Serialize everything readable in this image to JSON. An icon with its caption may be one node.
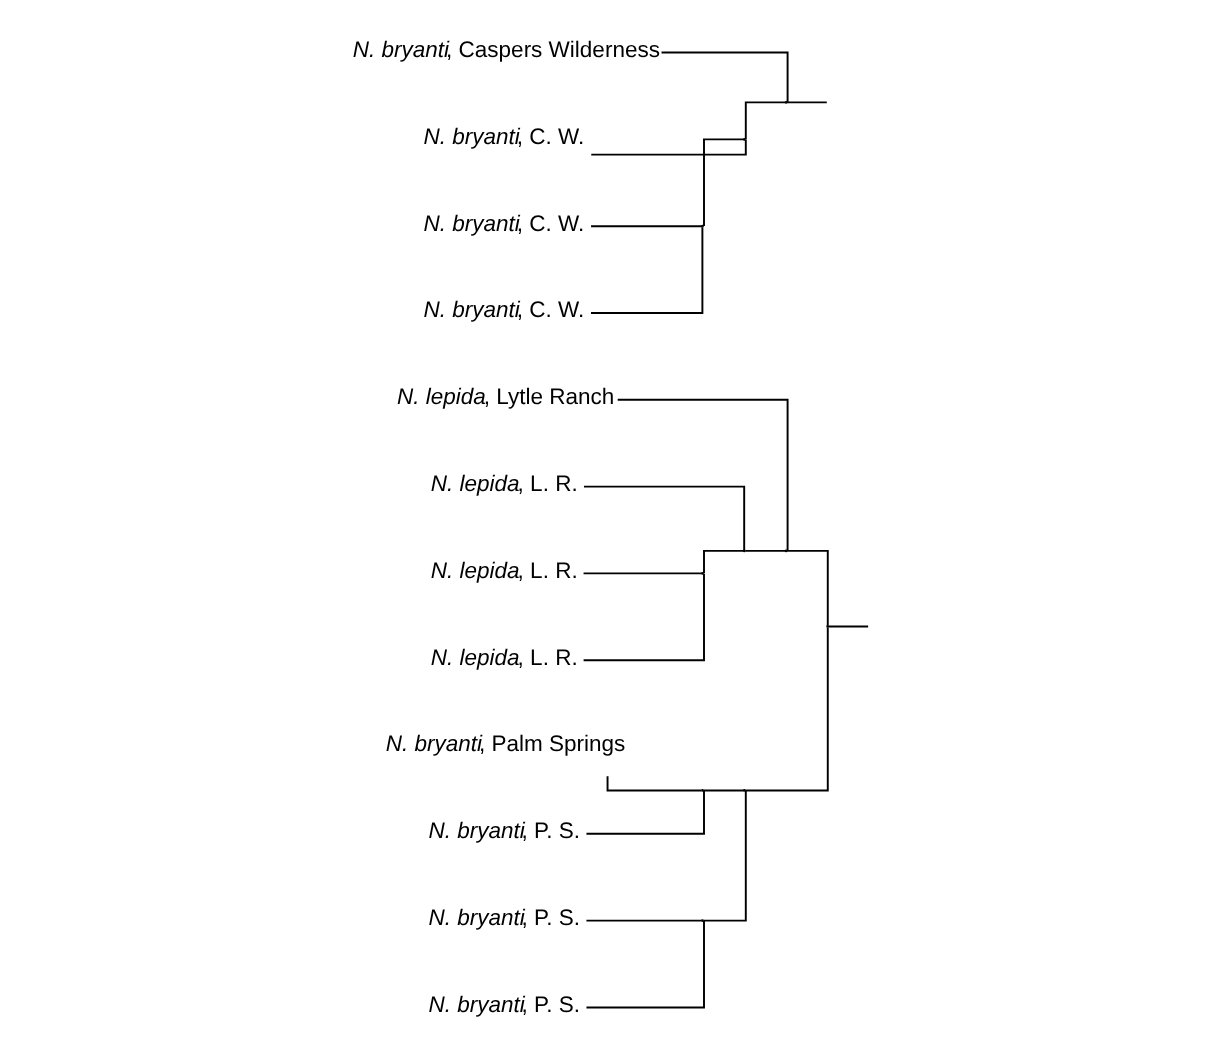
{
  "diagram": {
    "nodes": [
      {
        "text": [
          "*N. bryanti*, Caspers Wilderness"
        ]
      },
      {
        "text": [
          "*N. bryanti*, C. W."
        ]
      },
      {
        "text": [
          "*N. bryanti*, C. W."
        ]
      },
      {
        "text": [
          "*N. bryanti*, C. W."
        ]
      },
      {
        "text": [
          "*N. lepida*, Lytle Ranch"
        ]
      },
      {
        "text": [
          "*N. lepida*, L. R."
        ]
      },
      {
        "text": [
          "*N. lepida*, L. R."
        ]
      },
      {
        "text": [
          "*N. lepida*, L. R."
        ]
      },
      {
        "text": [
          "*N. bryanti*, Palm Springs"
        ]
      },
      {
        "text": [
          "*N. bryanti*, P. S."
        ]
      },
      {
        "text": [
          "*N. bryanti*, P. S."
        ]
      },
      {
        "text": [
          "*N. bryanti*, P. S."
        ]
      },
      {
        "text": [],
        "shape": "point"
      },
      {
        "text": [],
        "shape": "point"
      },
      {
        "text": [],
        "shape": "point"
      },
      {
        "text": [],
        "shape": "point"
      },
      {
        "text": [],
        "shape": "point"
      },
      {
        "text": [],
        "shape": "point"
      },
      {
        "text": [],
        "shape": "point"
      },
      {
        "text": [],
        "shape": "point"
      },
      {
        "text": [],
        "shape": "point"
      },
      {
        "text": [],
        "shape": "point"
      }
    ],
    "edges": [
      {
        "from": 2,
        "to": 12,
        "arrow": "none"
      },
      {
        "from": 3,
        "to": 12,
        "arrow": "none"
      },
      {
        "from": 1,
        "to": 13,
        "arrow": "none"
      },
      {
        "from": 12,
        "to": 13,
        "arrow": "none"
      },
      {
        "from": 0,
        "to": 14,
        "arrow": "none"
      },
      {
        "from": 13,
        "to": 14,
        "arrow": "none"
      },
      {
        "from": 14,
        "to": null,
        "arrow": "none"
      },
      {
        "from": 6,
        "to": 15,
        "arrow": "none"
      },
      {
        "from": 7,
        "to": 15,
        "arrow": "none"
      },
      {
        "from": 5,
        "to": 16,
        "arrow": "none"
      },
      {
        "from": 15,
        "to": 16,
        "arrow": "none"
      },
      {
        "from": 4,
        "to": 17,
        "arrow": "none"
      },
      {
        "from": 16,
        "to": 17,
        "arrow": "none"
      },
      {
        "from": 8,
        "to": 18,
        "arrow": "none"
      },
      {
        "from": 9,
        "to": 18,
        "arrow": "none"
      },
      {
        "from": 10,
        "to": 19,
        "arrow": "none"
      },
      {
        "from": 11,
        "to": 19,
        "arrow": "none"
      },
      {
        "from": 18,
        "to": 20,
        "arrow": "none"
      },
      {
        "from": 19,
        "to": 20,
        "arrow": "none"
      },
      {
        "from": 17,
        "to": 21,
        "arrow": "none"
      },
      {
        "from": 20,
        "to": 21,
        "arrow": "none"
      },
      {
        "from": 21,
        "to": null,
        "arrow": "none"
      }
    ]
  }
}
